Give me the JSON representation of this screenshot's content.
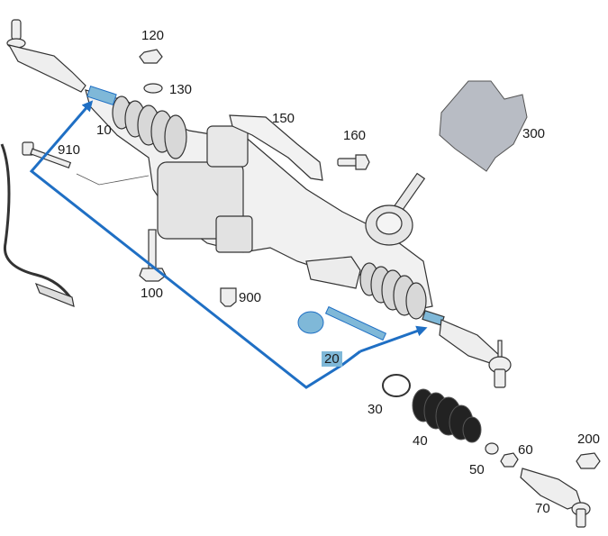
{
  "diagram": {
    "accent_color": "#1f6fc4",
    "highlight_color": "#7fb8d8",
    "parts": [
      {
        "id": "p120",
        "label": "120",
        "name": "nut"
      },
      {
        "id": "p130",
        "label": "130",
        "name": "washer"
      },
      {
        "id": "p10",
        "label": "10",
        "name": "tie-rod-left"
      },
      {
        "id": "p150",
        "label": "150",
        "name": "heat-shield-bracket"
      },
      {
        "id": "p160",
        "label": "160",
        "name": "bolt"
      },
      {
        "id": "p300",
        "label": "300",
        "name": "cover"
      },
      {
        "id": "p910",
        "label": "910",
        "name": "long-bolt"
      },
      {
        "id": "p100",
        "label": "100",
        "name": "mounting-bolt"
      },
      {
        "id": "p900",
        "label": "900",
        "name": "connector"
      },
      {
        "id": "p20",
        "label": "20",
        "name": "inner-tie-rod",
        "highlighted": true
      },
      {
        "id": "p30",
        "label": "30",
        "name": "clamp-ring"
      },
      {
        "id": "p40",
        "label": "40",
        "name": "bellows-boot"
      },
      {
        "id": "p50",
        "label": "50",
        "name": "boot-clamp"
      },
      {
        "id": "p60",
        "label": "60",
        "name": "lock-nut"
      },
      {
        "id": "p200",
        "label": "200",
        "name": "nut-right"
      },
      {
        "id": "p70",
        "label": "70",
        "name": "tie-rod-end-right"
      }
    ]
  }
}
